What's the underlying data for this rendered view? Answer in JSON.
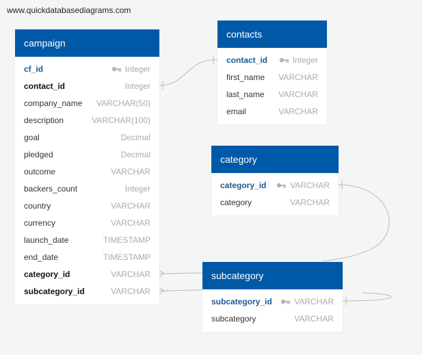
{
  "watermark": "www.quickdatabasediagrams.com",
  "tables": {
    "campaign": {
      "title": "campaign",
      "columns": [
        {
          "name": "cf_id",
          "type": "Integer"
        },
        {
          "name": "contact_id",
          "type": "Integer"
        },
        {
          "name": "company_name",
          "type": "VARCHAR(50)"
        },
        {
          "name": "description",
          "type": "VARCHAR(100)"
        },
        {
          "name": "goal",
          "type": "Decimal"
        },
        {
          "name": "pledged",
          "type": "Decimal"
        },
        {
          "name": "outcome",
          "type": "VARCHAR"
        },
        {
          "name": "backers_count",
          "type": "Integer"
        },
        {
          "name": "country",
          "type": "VARCHAR"
        },
        {
          "name": "currency",
          "type": "VARCHAR"
        },
        {
          "name": "launch_date",
          "type": "TIMESTAMP"
        },
        {
          "name": "end_date",
          "type": "TIMESTAMP"
        },
        {
          "name": "category_id",
          "type": "VARCHAR"
        },
        {
          "name": "subcategory_id",
          "type": "VARCHAR"
        }
      ]
    },
    "contacts": {
      "title": "contacts",
      "columns": [
        {
          "name": "contact_id",
          "type": "Integer"
        },
        {
          "name": "first_name",
          "type": "VARCHAR"
        },
        {
          "name": "last_name",
          "type": "VARCHAR"
        },
        {
          "name": "email",
          "type": "VARCHAR"
        }
      ]
    },
    "category": {
      "title": "category",
      "columns": [
        {
          "name": "category_id",
          "type": "VARCHAR"
        },
        {
          "name": "category",
          "type": "VARCHAR"
        }
      ]
    },
    "subcategory": {
      "title": "subcategory",
      "columns": [
        {
          "name": "subcategory_id",
          "type": "VARCHAR"
        },
        {
          "name": "subcategory",
          "type": "VARCHAR"
        }
      ]
    }
  },
  "colors": {
    "header": "#0059a7",
    "primary_key": "#1a5a96",
    "type_text": "#aaaaaa",
    "link_line": "#b9b9b9"
  }
}
